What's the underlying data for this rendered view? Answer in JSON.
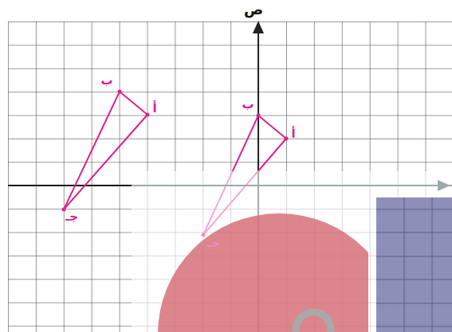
{
  "diagram": {
    "labels": [
      "ص",
      "ب",
      "أ",
      "جـ",
      "ب",
      "أ",
      "جـ"
    ]
  }
}
